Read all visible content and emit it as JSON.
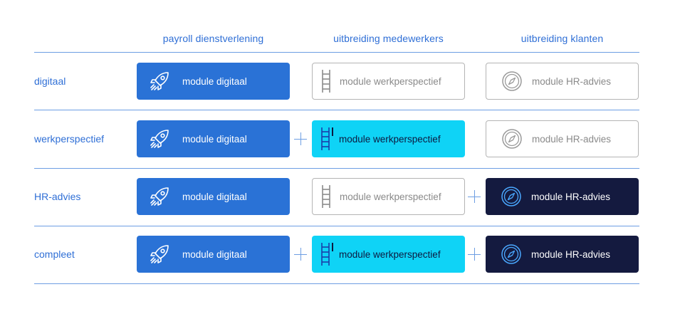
{
  "columns": [
    "payroll dienstverlening",
    "uitbreiding medewerkers",
    "uitbreiding klanten"
  ],
  "rows": [
    {
      "label": "digitaal",
      "cells": [
        {
          "text": "module digitaal",
          "style": "blue",
          "icon": "rocket-icon"
        },
        {
          "text": "module werkperspectief",
          "style": "outline",
          "icon": "ladder-icon"
        },
        {
          "text": "module HR-advies",
          "style": "outline",
          "icon": "compass-icon"
        }
      ]
    },
    {
      "label": "werkperspectief",
      "cells": [
        {
          "text": "module digitaal",
          "style": "blue",
          "icon": "rocket-icon"
        },
        {
          "text": "module werkperspectief",
          "style": "cyan",
          "icon": "ladder-icon"
        },
        {
          "text": "module HR-advies",
          "style": "outline",
          "icon": "compass-icon"
        }
      ]
    },
    {
      "label": "HR-advies",
      "cells": [
        {
          "text": "module digitaal",
          "style": "blue",
          "icon": "rocket-icon"
        },
        {
          "text": "module werkperspectief",
          "style": "outline",
          "icon": "ladder-icon"
        },
        {
          "text": "module HR-advies",
          "style": "navy",
          "icon": "compass-icon"
        }
      ]
    },
    {
      "label": "compleet",
      "cells": [
        {
          "text": "module digitaal",
          "style": "blue",
          "icon": "rocket-icon"
        },
        {
          "text": "module werkperspectief",
          "style": "cyan",
          "icon": "ladder-icon"
        },
        {
          "text": "module HR-advies",
          "style": "navy",
          "icon": "compass-icon"
        }
      ]
    }
  ],
  "colors": {
    "accent": "#2f6fd6",
    "module_blue": "#2a72d6",
    "module_cyan": "#0fd3f6",
    "module_navy": "#141a3f",
    "outline_gray": "#b4b4b4",
    "divider": "#6d9ee3"
  }
}
